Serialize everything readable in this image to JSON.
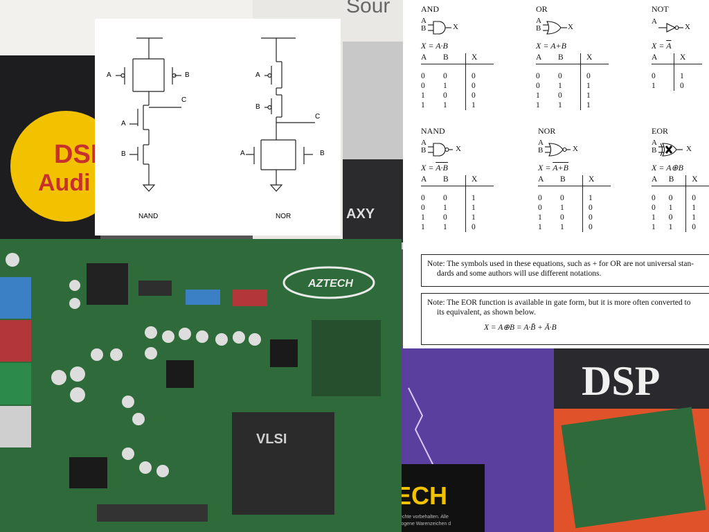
{
  "cmos": {
    "nand": {
      "title": "NAND",
      "label_a_top": "A",
      "label_b_top": "B",
      "label_c": "C",
      "label_a_bottom": "A",
      "label_b_bottom": "B"
    },
    "nor": {
      "title": "NOR",
      "label_a_top": "A",
      "label_b_top": "B",
      "label_c": "C",
      "label_a_bottom": "A",
      "label_b_bottom": "B"
    }
  },
  "gates": [
    {
      "id": "and",
      "name": "AND",
      "in_a": "A",
      "in_b": "B",
      "out": "X",
      "eq_lhs": "X = ",
      "eq_rhs": "A·B",
      "eq_overline": false,
      "headers": [
        "A",
        "B",
        "X"
      ],
      "rows": [
        [
          "0",
          "0",
          "0"
        ],
        [
          "0",
          "1",
          "0"
        ],
        [
          "1",
          "0",
          "0"
        ],
        [
          "1",
          "1",
          "1"
        ]
      ]
    },
    {
      "id": "or",
      "name": "OR",
      "in_a": "A",
      "in_b": "B",
      "out": "X",
      "eq_lhs": "X = ",
      "eq_rhs": "A+B",
      "eq_overline": false,
      "headers": [
        "A",
        "B",
        "X"
      ],
      "rows": [
        [
          "0",
          "0",
          "0"
        ],
        [
          "0",
          "1",
          "1"
        ],
        [
          "1",
          "0",
          "1"
        ],
        [
          "1",
          "1",
          "1"
        ]
      ]
    },
    {
      "id": "not",
      "name": "NOT",
      "in_a": "A",
      "in_b": "",
      "out": "X",
      "eq_lhs": "X = ",
      "eq_rhs": "A",
      "eq_overline": true,
      "headers": [
        "A",
        "X"
      ],
      "rows": [
        [
          "0",
          "1"
        ],
        [
          "1",
          "0"
        ]
      ]
    },
    {
      "id": "nand",
      "name": "NAND",
      "in_a": "A",
      "in_b": "B",
      "out": "X",
      "eq_lhs": "X = ",
      "eq_rhs": "A·B",
      "eq_overline": true,
      "headers": [
        "A",
        "B",
        "X"
      ],
      "rows": [
        [
          "0",
          "0",
          "1"
        ],
        [
          "0",
          "1",
          "1"
        ],
        [
          "1",
          "0",
          "1"
        ],
        [
          "1",
          "1",
          "0"
        ]
      ]
    },
    {
      "id": "nor",
      "name": "NOR",
      "in_a": "A",
      "in_b": "B",
      "out": "X",
      "eq_lhs": "X = ",
      "eq_rhs": "A+B",
      "eq_overline": true,
      "headers": [
        "A",
        "B",
        "X"
      ],
      "rows": [
        [
          "0",
          "0",
          "1"
        ],
        [
          "0",
          "1",
          "0"
        ],
        [
          "1",
          "0",
          "0"
        ],
        [
          "1",
          "1",
          "0"
        ]
      ]
    },
    {
      "id": "eor",
      "name": "EOR",
      "in_a": "A",
      "in_b": "B",
      "out": "X",
      "eq_lhs": "X = ",
      "eq_rhs": "A⊕B",
      "eq_overline": false,
      "headers": [
        "A",
        "B",
        "X"
      ],
      "rows": [
        [
          "0",
          "0",
          "0"
        ],
        [
          "0",
          "1",
          "1"
        ],
        [
          "1",
          "0",
          "1"
        ],
        [
          "1",
          "1",
          "0"
        ]
      ]
    }
  ],
  "notes": {
    "note1_line1": "Note: The symbols used in these equations, such as + for OR are not universal stan-",
    "note1_line2": "dards and some authors will use different notations.",
    "note2_line1": "Note: The EOR function is available in gate form, but it is more often converted to",
    "note2_line2": "its equivalent, as shown below.",
    "note2_eq": "X = A⊕B = A·B̄ + Ā·B"
  },
  "photo_text": {
    "sound_top": "Sour",
    "dsp_badge_1": "DSP",
    "dsp_badge_2": "Audi",
    "aztech_logo": "AZTECH",
    "chip_logo": "VLSI",
    "dsp_box": "DSP",
    "tech_bottom": "ECH",
    "axy": "AXY",
    "box_small_print_1": "Rechte vorbehalten. Alle",
    "box_small_print_2": "ozogene Warenzeichen d"
  },
  "colors": {
    "pcb_green": "#2f6b3a",
    "badge_yellow": "#f2c200",
    "dsp_red": "#c8312b",
    "box_purple": "#5b3f9e",
    "orange": "#e0522a"
  }
}
